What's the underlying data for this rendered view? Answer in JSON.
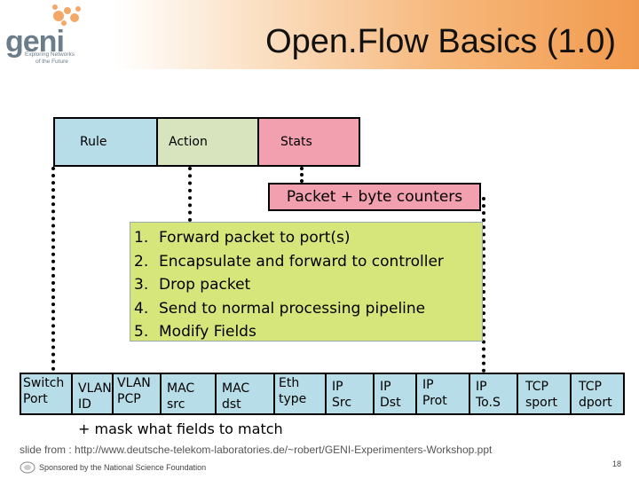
{
  "header": {
    "title": "Open.Flow Basics (1.0)",
    "logo": {
      "name": "geni",
      "tagline_1": "Exploring Networks",
      "tagline_2": "of the Future"
    }
  },
  "flow_table": {
    "rule": "Rule",
    "action": "Action",
    "stats": "Stats"
  },
  "counters": "Packet + byte counters",
  "actions": [
    {
      "num": "1.",
      "text": "Forward packet to port(s)"
    },
    {
      "num": "2.",
      "text": "Encapsulate and forward to controller"
    },
    {
      "num": "3.",
      "text": "Drop packet"
    },
    {
      "num": "4.",
      "text": "Send to normal processing pipeline"
    },
    {
      "num": "5.",
      "text": "Modify Fields"
    }
  ],
  "fields": [
    {
      "line1": "Switch",
      "line2": "Port"
    },
    {
      "line1": "VLAN",
      "line2": "ID"
    },
    {
      "line1": "VLAN",
      "line2": "PCP"
    },
    {
      "line1": "MAC",
      "line2": "src"
    },
    {
      "line1": "MAC",
      "line2": "dst"
    },
    {
      "line1": "Eth",
      "line2": "type"
    },
    {
      "line1": "IP",
      "line2": "Src"
    },
    {
      "line1": "IP",
      "line2": "Dst"
    },
    {
      "line1": "IP",
      "line2": "Prot"
    },
    {
      "line1": "IP",
      "line2": "To.S"
    },
    {
      "line1": "TCP",
      "line2": "sport"
    },
    {
      "line1": "TCP",
      "line2": "dport"
    }
  ],
  "mask_note": "+ mask what fields to match",
  "footer": {
    "slide_from": "slide from : http://www.deutsche-telekom-laboratories.de/~robert/GENI-Experimenters-Workshop.ppt",
    "sponsor": "Sponsored by the National Science Foundation",
    "page_number": "18"
  },
  "colors": {
    "rule_blue": "#b7dde8",
    "action_green": "#d7e4bd",
    "stats_pink": "#f2a0b0",
    "actions_lime": "#d7e67a",
    "header_orange": "#f19a4e"
  }
}
